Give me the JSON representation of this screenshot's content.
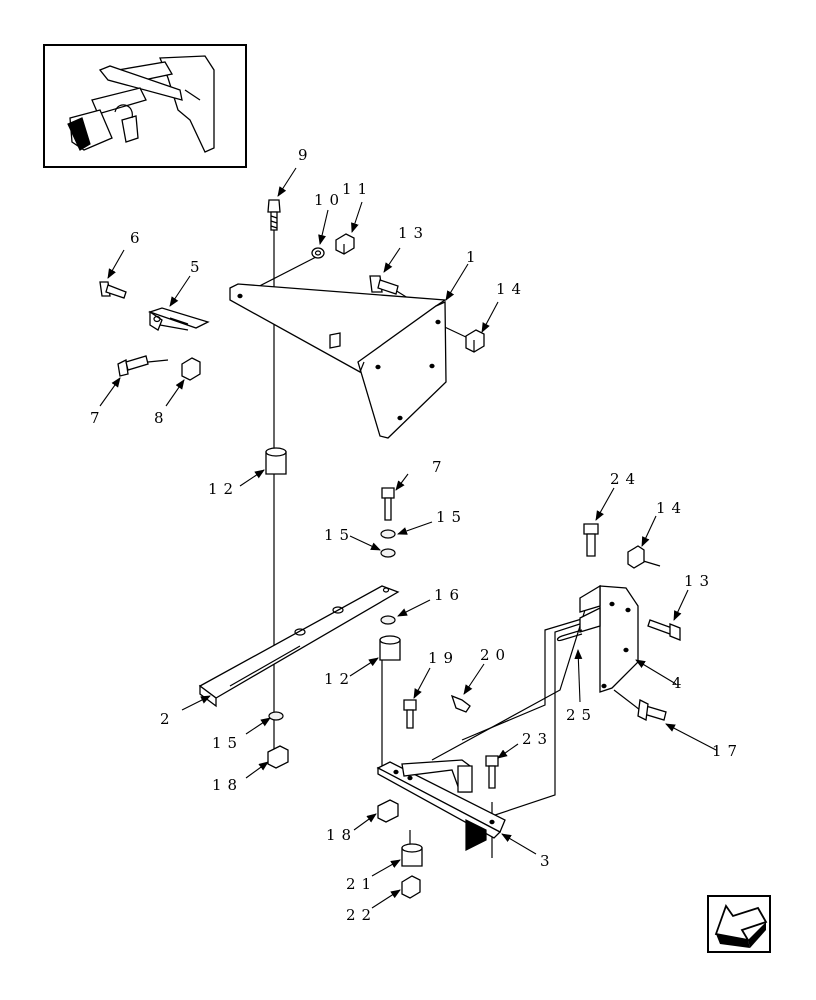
{
  "callouts": [
    {
      "id": "c9",
      "text": "9"
    },
    {
      "id": "c10",
      "text": "10"
    },
    {
      "id": "c11",
      "text": "11"
    },
    {
      "id": "c6",
      "text": "6"
    },
    {
      "id": "c5",
      "text": "5"
    },
    {
      "id": "c13a",
      "text": "13"
    },
    {
      "id": "c1",
      "text": "1"
    },
    {
      "id": "c14a",
      "text": "14"
    },
    {
      "id": "c7a",
      "text": "7"
    },
    {
      "id": "c8",
      "text": "8"
    },
    {
      "id": "c12a",
      "text": "12"
    },
    {
      "id": "c7b",
      "text": "7"
    },
    {
      "id": "c15a",
      "text": "15"
    },
    {
      "id": "c15b",
      "text": "15"
    },
    {
      "id": "c24",
      "text": "24"
    },
    {
      "id": "c14b",
      "text": "14"
    },
    {
      "id": "c13b",
      "text": "13"
    },
    {
      "id": "c16",
      "text": "16"
    },
    {
      "id": "c19",
      "text": "19"
    },
    {
      "id": "c20",
      "text": "20"
    },
    {
      "id": "c12b",
      "text": "12"
    },
    {
      "id": "c4",
      "text": "4"
    },
    {
      "id": "c2",
      "text": "2"
    },
    {
      "id": "c25",
      "text": "25"
    },
    {
      "id": "c17",
      "text": "17"
    },
    {
      "id": "c15c",
      "text": "15"
    },
    {
      "id": "c23",
      "text": "23"
    },
    {
      "id": "c18a",
      "text": "18"
    },
    {
      "id": "c18b",
      "text": "18"
    },
    {
      "id": "c3",
      "text": "3"
    },
    {
      "id": "c21",
      "text": "21"
    },
    {
      "id": "c22",
      "text": "22"
    }
  ],
  "icons": {
    "inset": "machine-location-thumbnail",
    "nav": "previous-page-arrow-icon"
  }
}
